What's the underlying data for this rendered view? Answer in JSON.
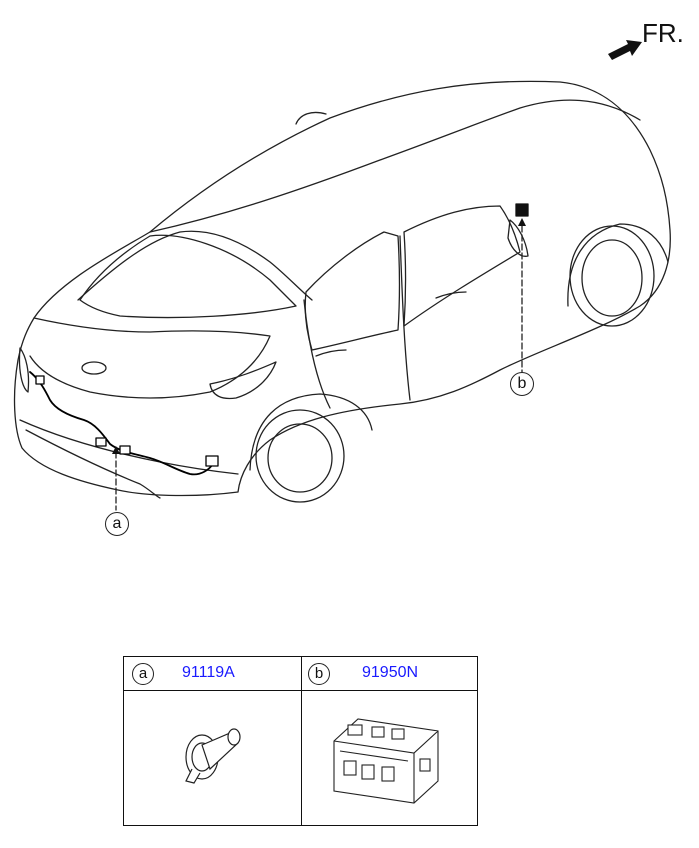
{
  "direction": {
    "label": "FR.",
    "icon": "front-arrow-icon"
  },
  "callouts": {
    "a": "a",
    "b": "b"
  },
  "parts": [
    {
      "ref": "a",
      "part_number": "91119A",
      "icon": "grommet-icon"
    },
    {
      "ref": "b",
      "part_number": "91950N",
      "icon": "junction-box-icon"
    }
  ]
}
